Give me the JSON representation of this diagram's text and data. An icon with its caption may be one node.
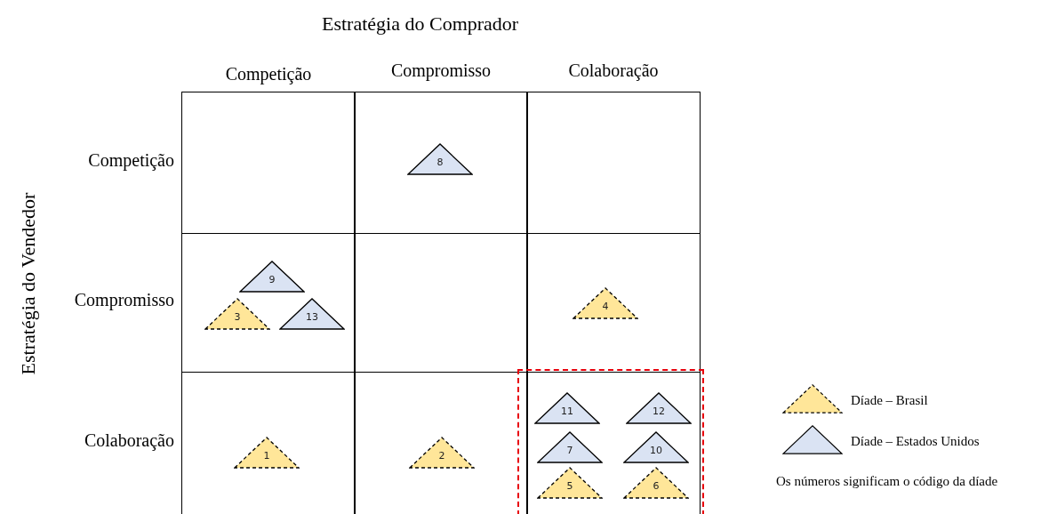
{
  "diagram": {
    "title": "Estratégia do Comprador",
    "nodes": [
      {
        "text": [],
        "shape": "box"
      },
      {
        "text": [],
        "shape": "box"
      },
      {
        "text": [
          "8"
        ],
        "in": 1
      },
      {
        "text": [],
        "shape": "box"
      },
      {
        "text": [],
        "shape": "box"
      },
      {
        "text": [
          "9"
        ],
        "in": 4
      },
      {
        "text": [
          "3"
        ],
        "in": 4
      },
      {
        "text": [
          "13"
        ],
        "in": 4
      },
      {
        "text": [],
        "shape": "box"
      },
      {
        "text": [],
        "shape": "box"
      },
      {
        "text": [
          "4"
        ],
        "in": 9
      },
      {
        "text": [],
        "shape": "box"
      },
      {
        "text": [
          "1"
        ],
        "in": 11
      },
      {
        "text": [],
        "shape": "box"
      },
      {
        "text": [
          "2"
        ],
        "in": 13
      },
      {
        "text": [],
        "shape": "box"
      },
      {
        "text": [
          "11"
        ],
        "in": 15
      },
      {
        "text": [
          "12"
        ],
        "in": 15
      },
      {
        "text": [
          "7"
        ],
        "in": 15
      },
      {
        "text": [
          "10"
        ],
        "in": 15
      },
      {
        "text": [
          "5"
        ],
        "in": 15
      },
      {
        "text": [
          "6"
        ],
        "in": 15
      }
    ],
    "labels": [
      "Competição",
      "Compromisso",
      "Colaboração",
      "Estratégia do Vendedor",
      "Competição",
      "Compromisso",
      "Colaboração",
      "Os números significam o código da díade"
    ],
    "legend": [
      {
        "text": "Díade – Brasil"
      },
      {
        "text": "Díade – Estados Unidos"
      }
    ]
  }
}
